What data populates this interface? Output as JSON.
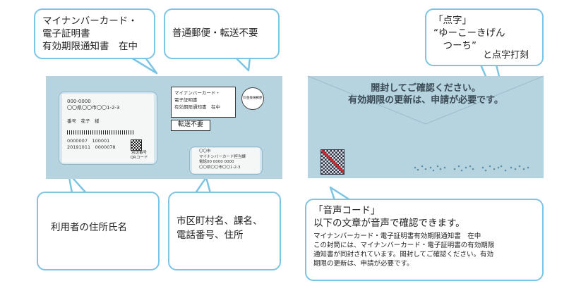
{
  "left": {
    "callout_card_title": "マイナンバーカード・\n電子証明書\n有効期限通知書　在中",
    "callout_no_forward": "普通郵便・転送不要",
    "callout_recipient": "利用者の住所氏名",
    "callout_sender": "市区町村名、課名、\n電話番号、住所",
    "env_label_box": "マイナンバーカード・\n電子証明書\n有効期限通知書　在中",
    "env_no_forward": "転送不要",
    "env_stamp": "料金後納郵便",
    "addr_line1": "000-0000\n〇〇県〇〇市〇〇1-2-3",
    "addr_name": "番号　花子　様",
    "addr_nums": "0000007　100001\n20191011　0000078",
    "addr_qr_label": "別送番号\nQRコード",
    "sender_block": "〇〇市\nマイナンバーカード担当課\n電話00 0000 0000\n〇〇県〇〇市〇〇1-2-3"
  },
  "right": {
    "callout_braille": "「点字」\n“ゆーこーきげん\n　つーち”",
    "callout_braille_suffix": "と点字打刻",
    "env_heading1": "開封してご確認ください。",
    "env_heading2": "有効期限の更新は、申請が必要です。",
    "callout_voice_title": "「音声コード」\n以下の文章が音声で確認できます。",
    "callout_voice_body": "マイナンバーカード・電子証明書有効期限通知書　在中\nこの封筒には、マイナンバーカード・電子証明書の有効期限\n通知書が同封されています。開封してご確認ください。有効\n期限の更新は、申請が必要です。"
  },
  "colors": {
    "envelope": "#b6d3e0",
    "callout_border": "#7cc4e4",
    "braille_dots": "#5f8fa5"
  }
}
